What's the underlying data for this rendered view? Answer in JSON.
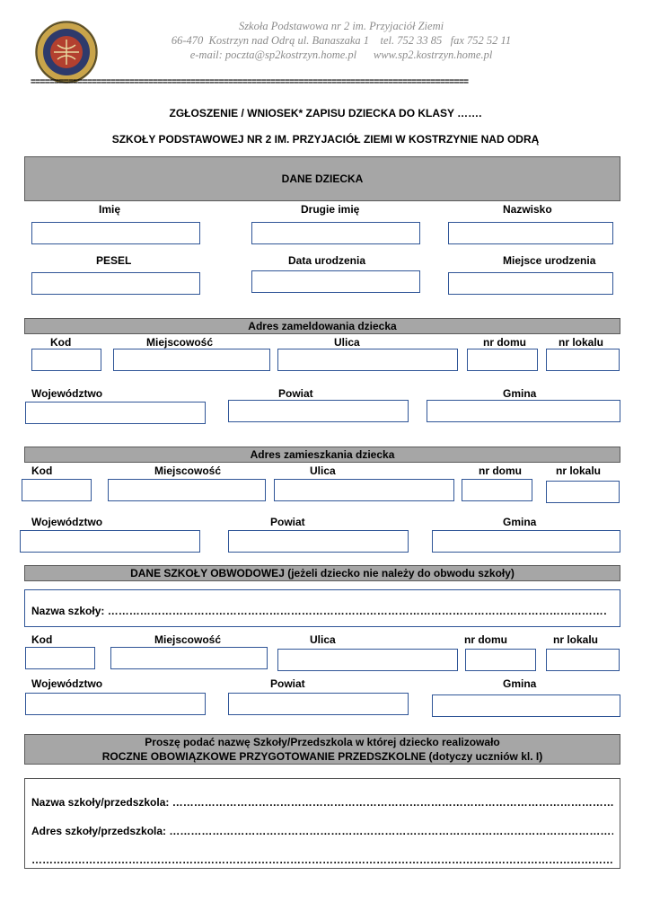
{
  "header": {
    "logo_text": "SZKOŁA PODSTAWOWA Im. PRZYJACIÓŁ ZIEMI W KOSTRZYNIE NAD ODRĄ",
    "line1": "Szkoła Podstawowa nr 2 im. Przyjaciół Ziemi",
    "line2": "66-470  Kostrzyn nad Odrą ul. Banaszaka 1    tel. 752 33 85   fax 752 52 11",
    "line3": "e-mail: poczta@sp2kostrzyn.home.pl      www.sp2.kostrzyn.home.pl",
    "separator": "============================================================================================="
  },
  "title": {
    "line1": "ZGŁOSZENIE / WNIOSEK* ZAPISU DZIECKA DO KLASY …….",
    "line2": "SZKOŁY PODSTAWOWEJ NR 2 IM. PRZYJACIÓŁ ZIEMI W KOSTRZYNIE NAD ODRĄ"
  },
  "child": {
    "heading": "DANE DZIECKA",
    "first_name": "Imię",
    "second_name": "Drugie imię",
    "surname": "Nazwisko",
    "pesel": "PESEL",
    "birth_date": "Data urodzenia",
    "birth_place": "Miejsce urodzenia"
  },
  "registered_address": {
    "heading": "Adres  zameldowania dziecka",
    "code": "Kod",
    "town": "Miejscowość",
    "street": "Ulica",
    "house_no": "nr domu",
    "flat_no": "nr lokalu",
    "voivodeship": "Województwo",
    "county": "Powiat",
    "commune": "Gmina"
  },
  "residence_address": {
    "heading": "Adres zamieszkania dziecka",
    "code": "Kod",
    "town": "Miejscowość",
    "street": "Ulica",
    "house_no": "nr domu",
    "flat_no": "nr lokalu",
    "voivodeship": "Województwo",
    "county": "Powiat",
    "commune": "Gmina"
  },
  "district_school": {
    "heading": "DANE SZKOŁY OBWODOWEJ (jeżeli dziecko nie należy do obwodu szkoły)",
    "school_name": "Nazwa szkoły: ……………………………………………………………………………………………………………………………………………………",
    "code": "Kod",
    "town": "Miejscowość",
    "street": "Ulica",
    "house_no": "nr domu",
    "flat_no": "nr lokalu",
    "voivodeship": "Województwo",
    "county": "Powiat",
    "commune": "Gmina"
  },
  "preschool": {
    "heading_line1": "Proszę podać nazwę Szkoły/Przedszkola w której dziecko realizowało",
    "heading_line2": "ROCZNE OBOWIĄZKOWE PRZYGOTOWANIE PRZEDSZKOLNE (dotyczy uczniów kl. I)",
    "name": "Nazwa szkoły/przedszkola: ………………………………………………………………………………………………………………………………….",
    "address": "Adres szkoły/przedszkola: ………………………………………………………………………………………………………………………………….",
    "extra": "…………………………………………………………………………………………………………………………………………………………………………."
  }
}
